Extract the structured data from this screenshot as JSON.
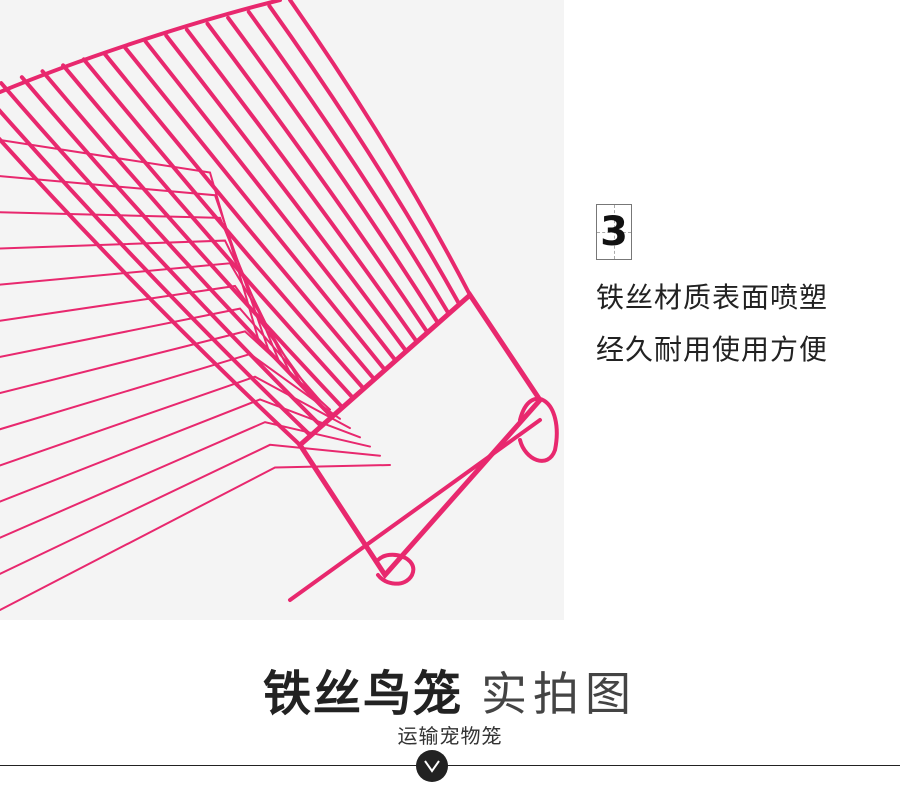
{
  "feature": {
    "number": "3",
    "lines": [
      "铁丝材质表面喷塑",
      "经久耐用使用方便"
    ]
  },
  "title": {
    "bold": "铁丝鸟笼",
    "light": "实拍图"
  },
  "subtitle": "运输宠物笼",
  "icons": [
    "down-chevron-icon"
  ],
  "colors": {
    "wire": "#e8286e",
    "photo_background": "#f4f4f4",
    "text": "#222222"
  }
}
